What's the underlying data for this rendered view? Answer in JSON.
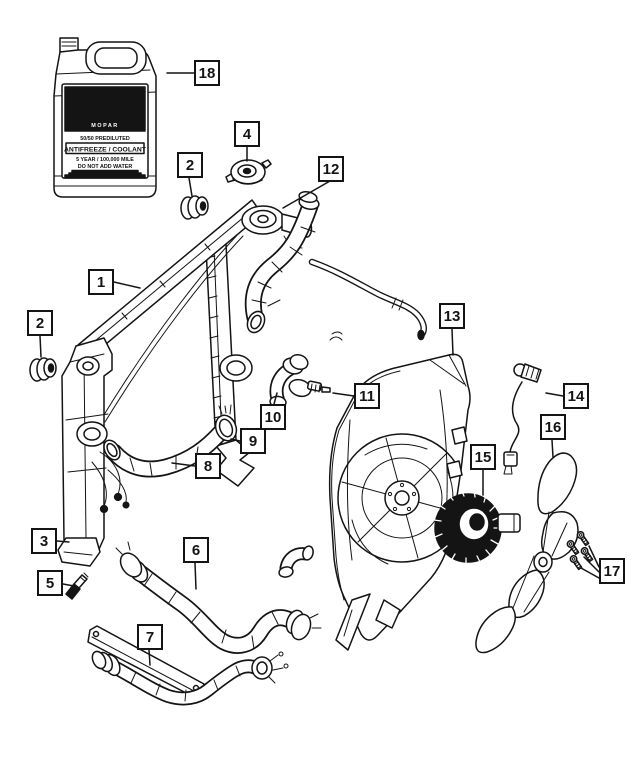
{
  "diagram": {
    "colors": {
      "background": "#ffffff",
      "line_art": "#141414"
    },
    "callouts": {
      "c1": "1",
      "c2a": "2",
      "c2b": "2",
      "c3": "3",
      "c4": "4",
      "c5": "5",
      "c6": "6",
      "c7": "7",
      "c8": "8",
      "c9": "9",
      "c10": "10",
      "c11": "11",
      "c12": "12",
      "c13": "13",
      "c14": "14",
      "c15": "15",
      "c16": "16",
      "c17": "17",
      "c18": "18"
    },
    "jug_label": {
      "brand": "MOPAR",
      "line1": "50/50 PREDILUTED",
      "line2": "ANTIFREEZE / COOLANT",
      "line3": "5 YEAR / 100,000 MILE",
      "line4": "DO NOT ADD WATER"
    }
  }
}
